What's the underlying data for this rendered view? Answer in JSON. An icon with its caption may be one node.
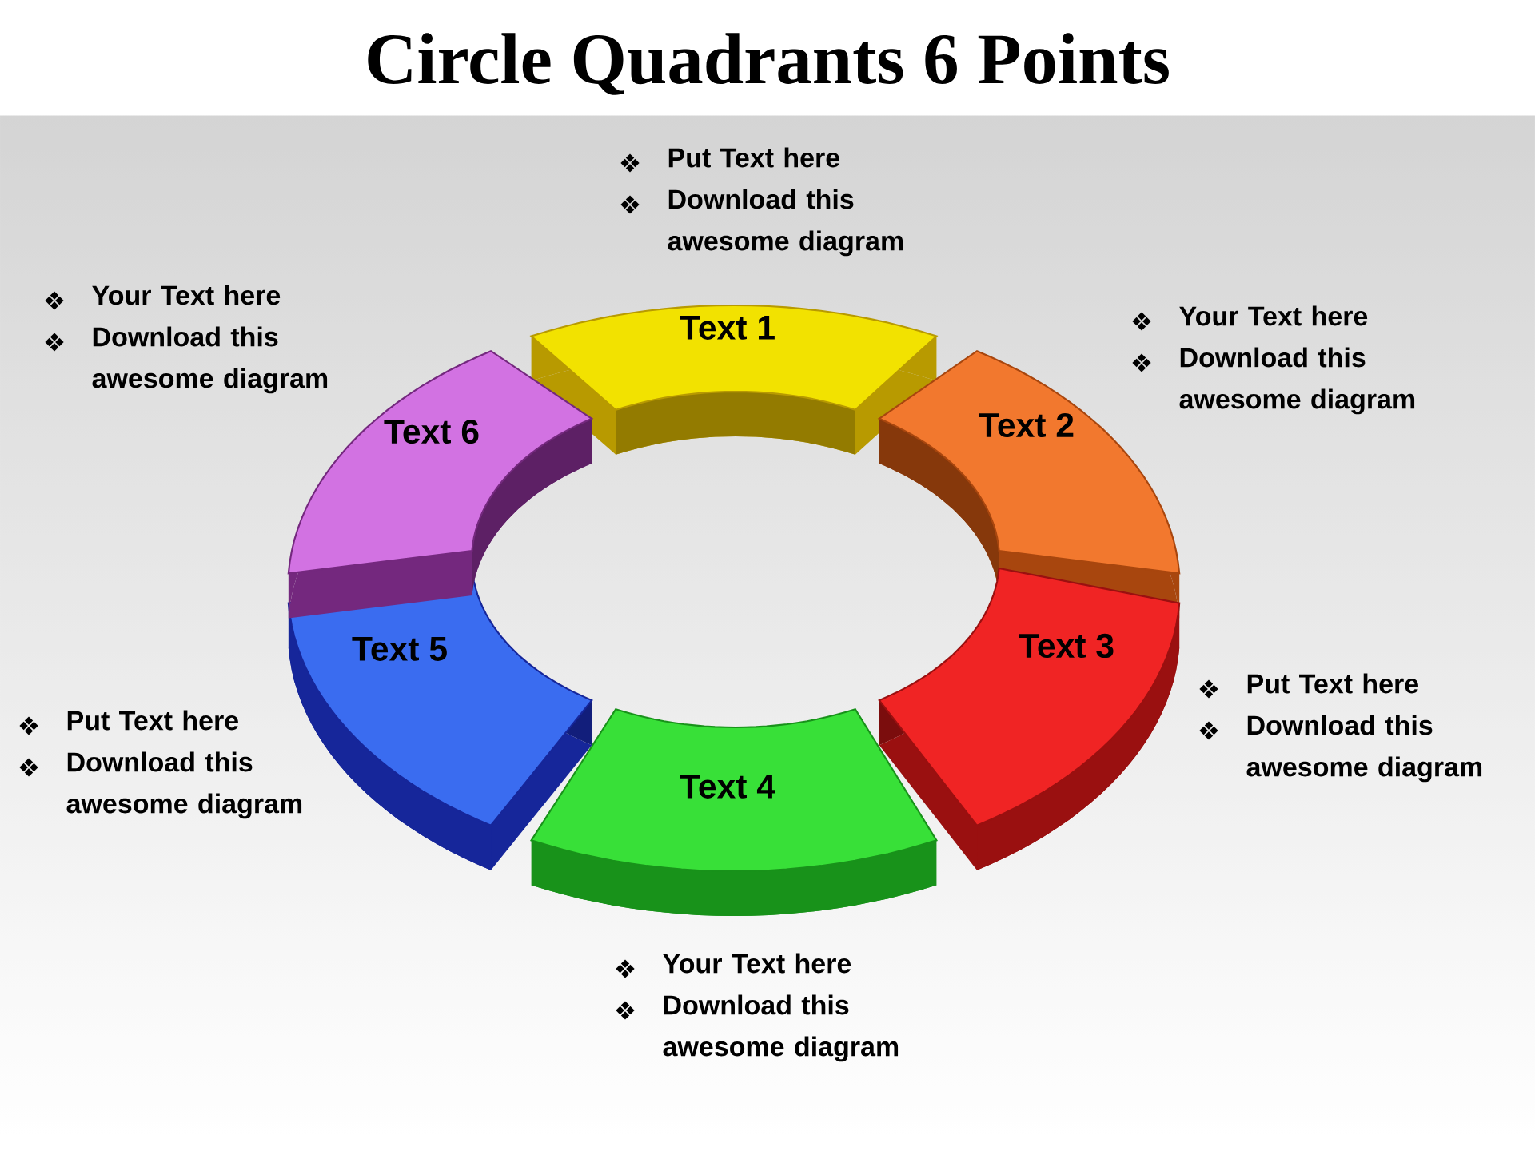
{
  "diagram": {
    "title": "Circle Quadrants 6 Points",
    "nodes": [
      {
        "text": [
          "Text 1"
        ],
        "beside": [
          "Put Text here",
          "Download this awesome diagram"
        ]
      },
      {
        "text": [
          "Text 2"
        ],
        "beside": [
          "Your Text here",
          "Download this awesome diagram"
        ]
      },
      {
        "text": [
          "Text 3"
        ],
        "beside": [
          "Put Text here",
          "Download this awesome diagram"
        ]
      },
      {
        "text": [
          "Text 4"
        ],
        "beside": [
          "Your Text here",
          "Download this awesome diagram"
        ]
      },
      {
        "text": [
          "Text 5"
        ],
        "beside": [
          "Put Text here",
          "Download this awesome diagram"
        ]
      },
      {
        "text": [
          "Text 6"
        ],
        "beside": [
          "Your Text here",
          "Download this awesome diagram"
        ]
      }
    ]
  }
}
